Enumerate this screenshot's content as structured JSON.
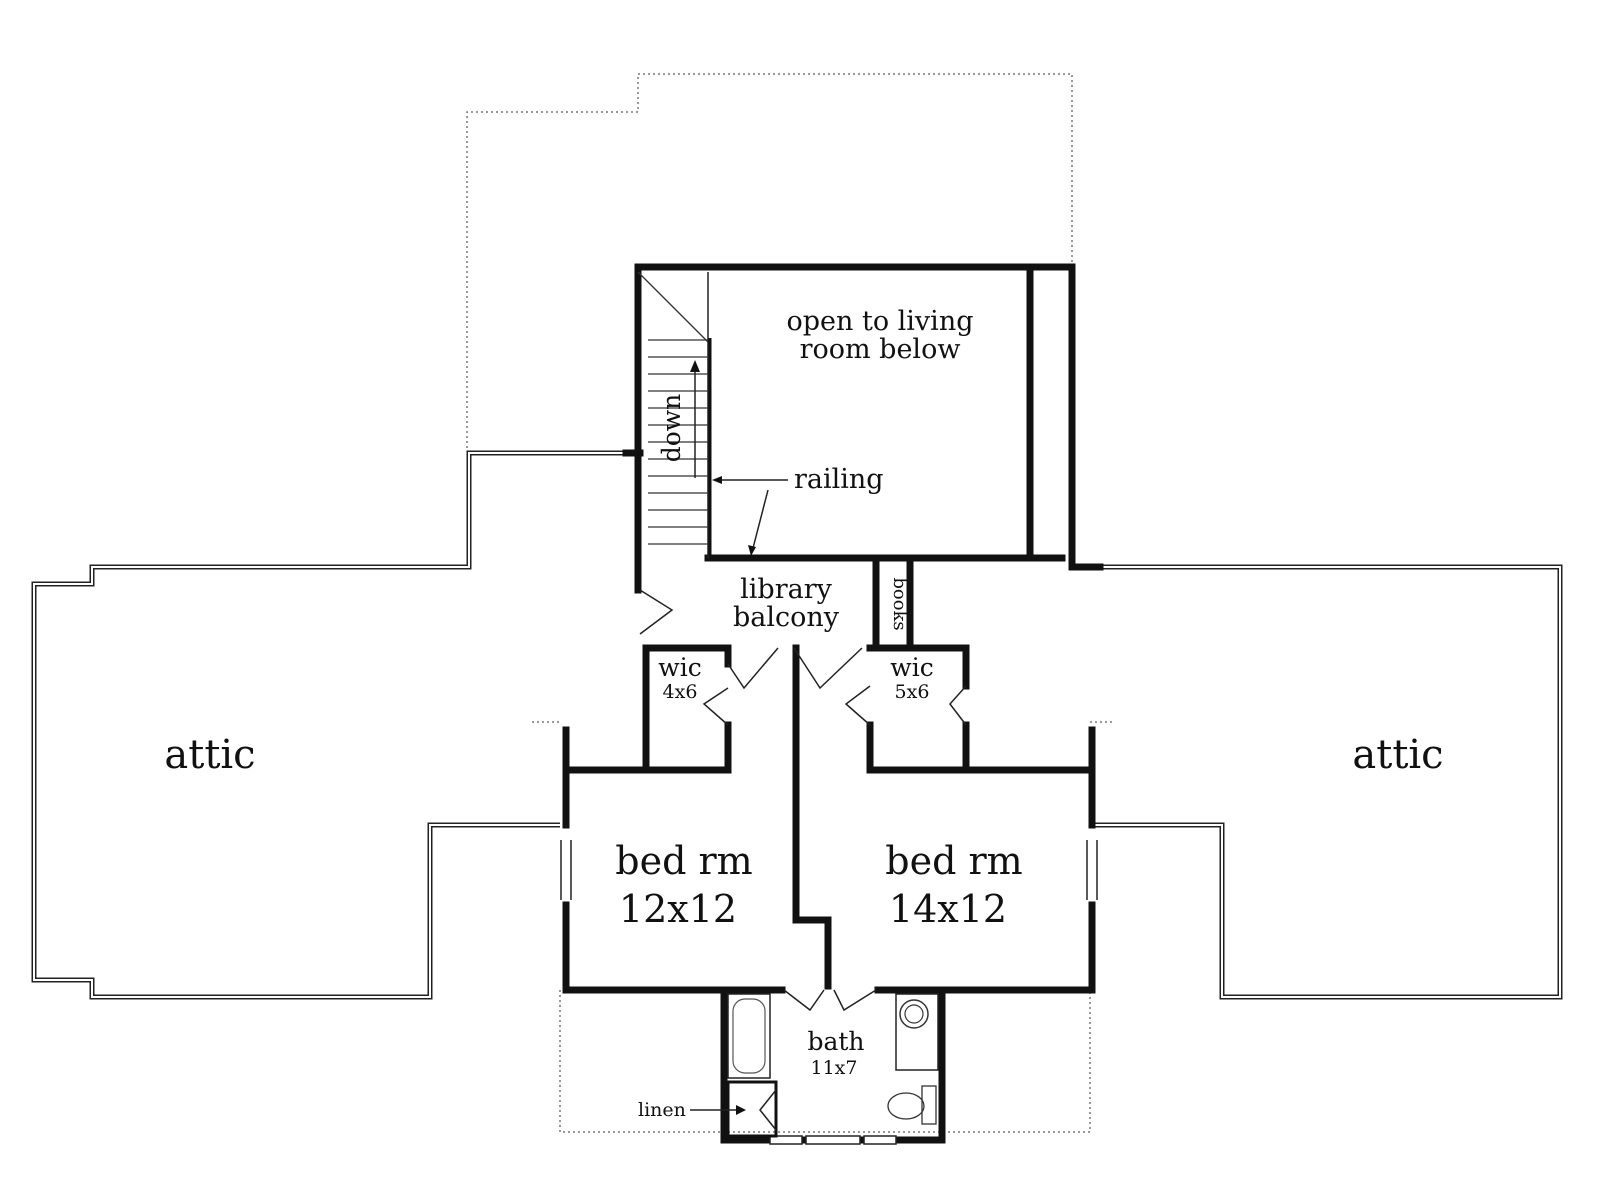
{
  "rooms": {
    "attic_left": "attic",
    "attic_right": "attic",
    "open_to_living_line1": "open to living",
    "open_to_living_line2": "room below",
    "library_line1": "library",
    "library_line2": "balcony",
    "wic_left": "wic",
    "wic_left_size": "4x6",
    "wic_right": "wic",
    "wic_right_size": "5x6",
    "bed_left": "bed rm",
    "bed_left_size": "12x12",
    "bed_right": "bed rm",
    "bed_right_size": "14x12",
    "bath": "bath",
    "bath_size": "11x7"
  },
  "annotations": {
    "stairs": "down",
    "railing": "railing",
    "books": "books",
    "linen": "linen"
  }
}
